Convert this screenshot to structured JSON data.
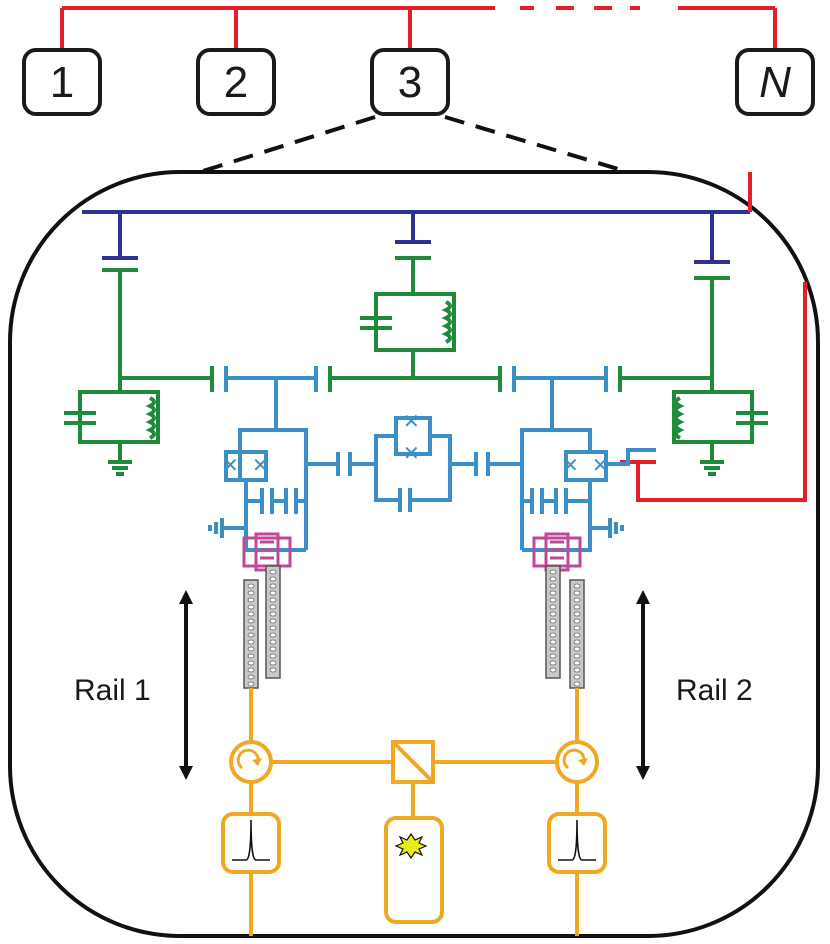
{
  "nodes": [
    {
      "label": "1",
      "italic": false
    },
    {
      "label": "2",
      "italic": false
    },
    {
      "label": "3",
      "italic": false
    },
    {
      "label": "N",
      "italic": true
    }
  ],
  "rails": {
    "left": "Rail 1",
    "right": "Rail 2"
  },
  "colors": {
    "inter_node_link": "#e32028",
    "bus": "#2e3192",
    "resonators": "#1f8a3c",
    "qubit_circuit": "#3b8fc7",
    "transducer": "#c2479a",
    "optics": "#f0a823",
    "emitter": "#e8ec1a"
  }
}
